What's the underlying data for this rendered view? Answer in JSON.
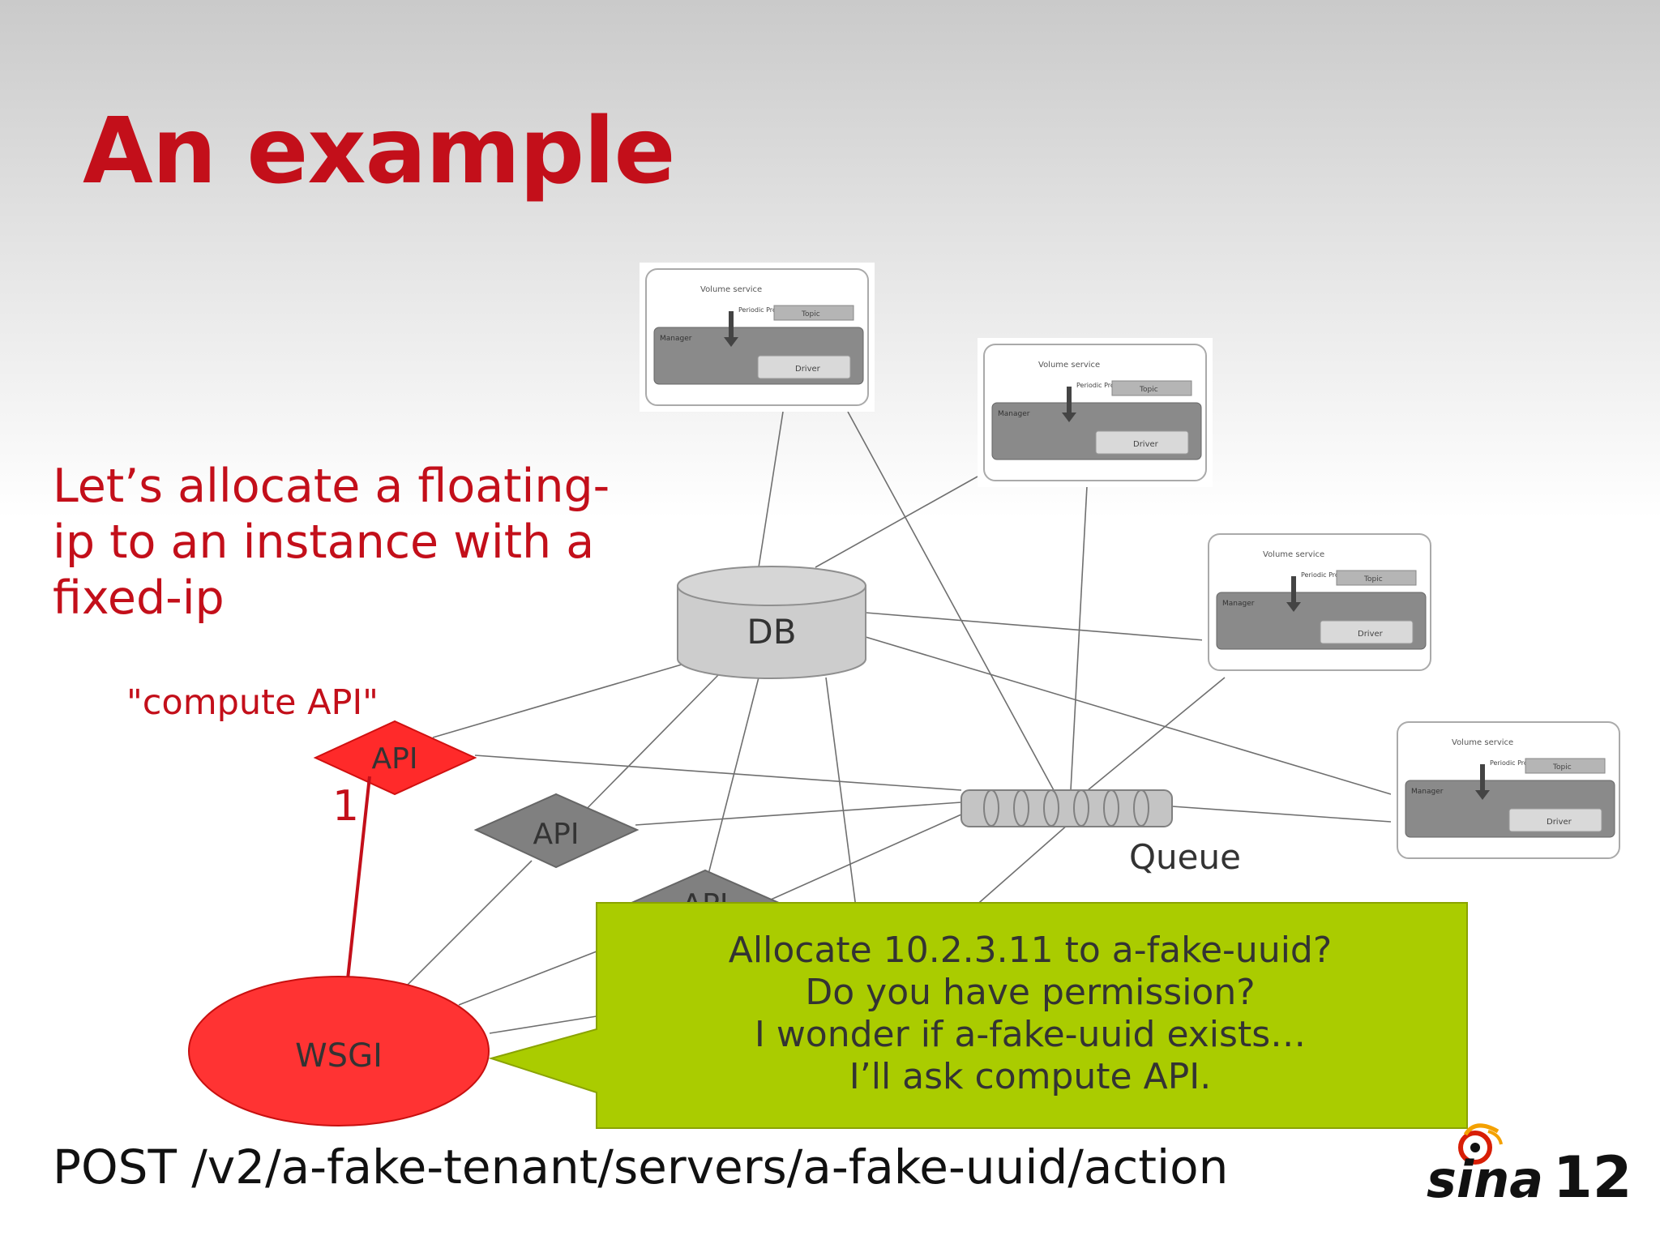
{
  "title": "An example",
  "subtitle": "Let’s allocate a floating-ip to an instance with a fixed-ip",
  "compute_api_label": "\"compute API\"",
  "request_line": "POST /v2/a-fake-tenant/servers/a-fake-uuid/action",
  "slide_number": "12",
  "logo_text": "sina",
  "nodes": {
    "db": "DB",
    "queue": "Queue",
    "api": "API",
    "wsgi": "WSGI",
    "step": "1"
  },
  "service_box": {
    "title": "Volume service",
    "periodic": "Periodic Process",
    "topic": "Topic",
    "manager": "Manager",
    "driver": "Driver"
  },
  "speech_bubble": {
    "lines": [
      "Allocate 10.2.3.11 to a-fake-uuid?",
      "Do you have permission?",
      "I wonder if a-fake-uuid exists…",
      "I’ll ask compute API."
    ]
  },
  "colors": {
    "title_red": "#c30f1a",
    "api_red": "#ff2a2a",
    "bubble_green": "#aacc00",
    "node_gray": "#808080"
  }
}
